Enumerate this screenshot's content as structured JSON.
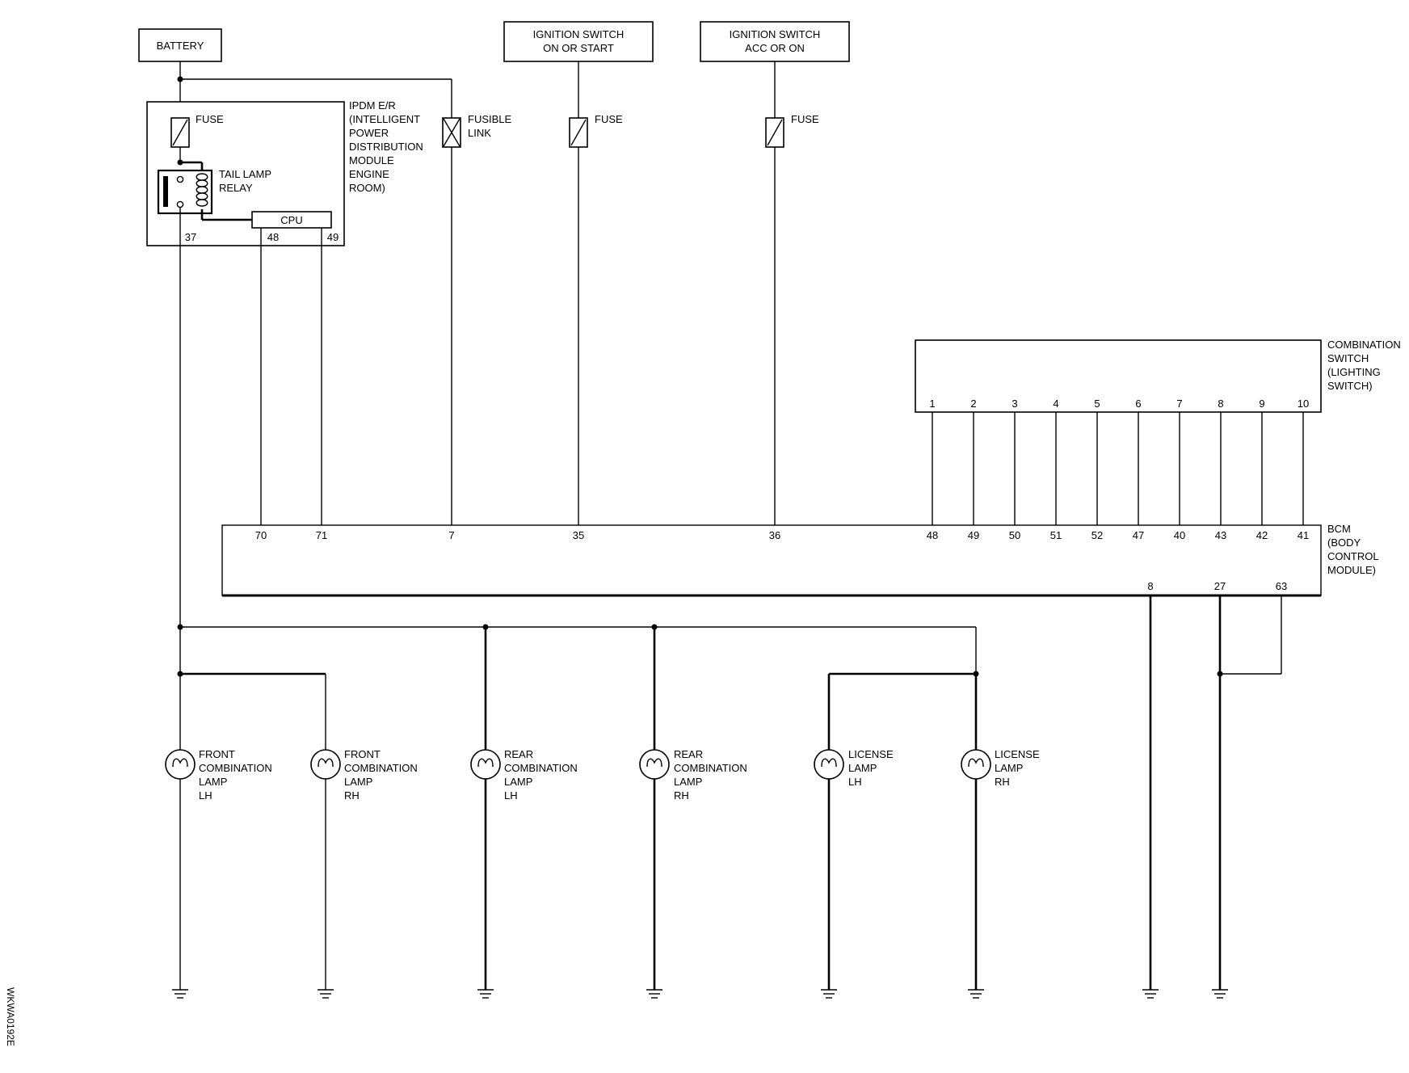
{
  "diagram_code": "WKWA0192E",
  "sources": {
    "battery": "BATTERY",
    "ign_on_start": [
      "IGNITION SWITCH",
      "ON OR START"
    ],
    "ign_acc_on": [
      "IGNITION SWITCH",
      "ACC OR ON"
    ]
  },
  "fuses": {
    "ipdm_fuse": "FUSE",
    "fusible_link": [
      "FUSIBLE",
      "LINK"
    ],
    "ign_fuse_1": "FUSE",
    "ign_fuse_2": "FUSE"
  },
  "ipdm": {
    "label": [
      "IPDM E/R",
      "(INTELLIGENT",
      "POWER",
      "DISTRIBUTION",
      "MODULE",
      "ENGINE",
      "ROOM)"
    ],
    "relay": [
      "TAIL LAMP",
      "RELAY"
    ],
    "cpu": "CPU",
    "pins": {
      "p37": "37",
      "p48": "48",
      "p49": "49"
    }
  },
  "combination_switch": {
    "label": [
      "COMBINATION",
      "SWITCH",
      "(LIGHTING",
      "SWITCH)"
    ],
    "pins": [
      "1",
      "2",
      "3",
      "4",
      "5",
      "6",
      "7",
      "8",
      "9",
      "10"
    ]
  },
  "bcm": {
    "label": [
      "BCM",
      "(BODY",
      "CONTROL",
      "MODULE)"
    ],
    "top_pins_left": [
      "70",
      "71",
      "7",
      "35",
      "36"
    ],
    "top_pins_right": [
      "48",
      "49",
      "50",
      "51",
      "52",
      "47",
      "40",
      "43",
      "42",
      "41"
    ],
    "bottom_pins": [
      "8",
      "27",
      "63"
    ]
  },
  "lamps": [
    {
      "id": "front-lh",
      "lines": [
        "FRONT",
        "COMBINATION",
        "LAMP",
        "LH"
      ]
    },
    {
      "id": "front-rh",
      "lines": [
        "FRONT",
        "COMBINATION",
        "LAMP",
        "RH"
      ]
    },
    {
      "id": "rear-lh",
      "lines": [
        "REAR",
        "COMBINATION",
        "LAMP",
        "LH"
      ]
    },
    {
      "id": "rear-rh",
      "lines": [
        "REAR",
        "COMBINATION",
        "LAMP",
        "RH"
      ]
    },
    {
      "id": "license-lh",
      "lines": [
        "LICENSE",
        "LAMP",
        "LH"
      ]
    },
    {
      "id": "license-rh",
      "lines": [
        "LICENSE",
        "LAMP",
        "RH"
      ]
    }
  ]
}
